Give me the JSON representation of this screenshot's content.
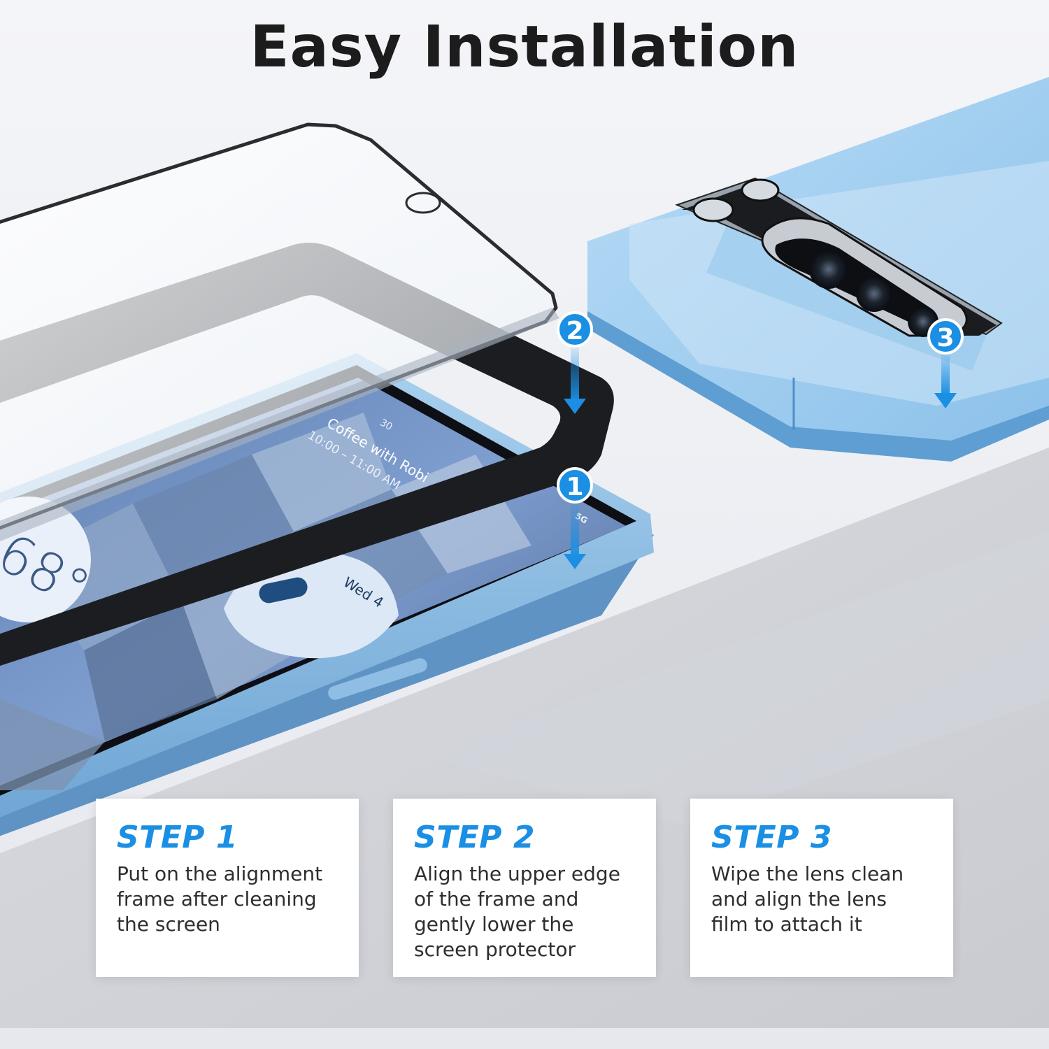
{
  "title": "Easy Installation",
  "accent_color": "#1a8fe3",
  "badges": [
    "1",
    "2",
    "3"
  ],
  "phone_screen": {
    "time": "30",
    "event_title": "Coffee with Robi",
    "event_time": "10:00 – 11:00 AM",
    "temperature": "68°",
    "date": "Wed 4",
    "network": "5G"
  },
  "steps": [
    {
      "heading": "STEP 1",
      "lines": [
        "Put on the alignment",
        "frame after cleaning",
        "the screen"
      ]
    },
    {
      "heading": "STEP 2",
      "lines": [
        "Align the upper edge",
        "of the frame and",
        "gently lower the",
        "screen protector"
      ]
    },
    {
      "heading": "STEP 3",
      "lines": [
        "Wipe the lens clean",
        "and align the lens",
        "film to attach it"
      ]
    }
  ]
}
